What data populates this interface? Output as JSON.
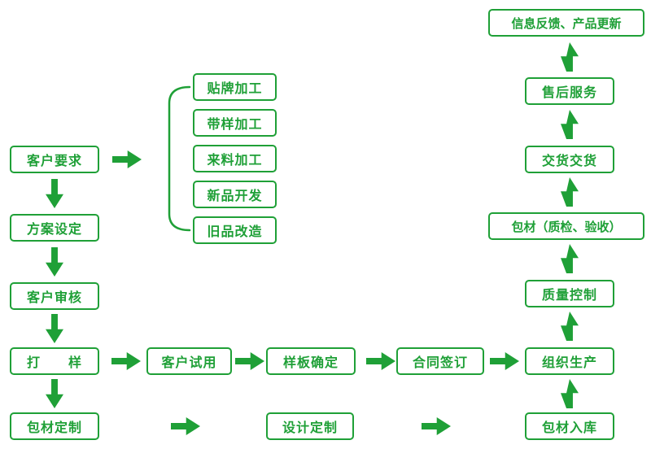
{
  "colors": {
    "accent_green": "#1fa037",
    "background": "#ffffff"
  },
  "flow": {
    "left_column": [
      {
        "label": "客户要求"
      },
      {
        "label": "方案设定"
      },
      {
        "label": "客户审核"
      },
      {
        "label": "打　　样"
      },
      {
        "label": "包材定制"
      }
    ],
    "processing_options": [
      {
        "label": "贴牌加工"
      },
      {
        "label": "带样加工"
      },
      {
        "label": "来料加工"
      },
      {
        "label": "新品开发"
      },
      {
        "label": "旧品改造"
      }
    ],
    "middle_row": [
      {
        "label": "客户试用"
      },
      {
        "label": "样板确定"
      },
      {
        "label": "合同签订"
      },
      {
        "label": "组织生产"
      }
    ],
    "bottom_row": [
      {
        "label": "设计定制"
      },
      {
        "label": "包材入库"
      }
    ],
    "right_column": [
      {
        "label": "质量控制"
      },
      {
        "label": "包材（质检、验收）"
      },
      {
        "label": "交货交货"
      },
      {
        "label": "售后服务"
      },
      {
        "label": "信息反馈、产品更新"
      }
    ]
  }
}
